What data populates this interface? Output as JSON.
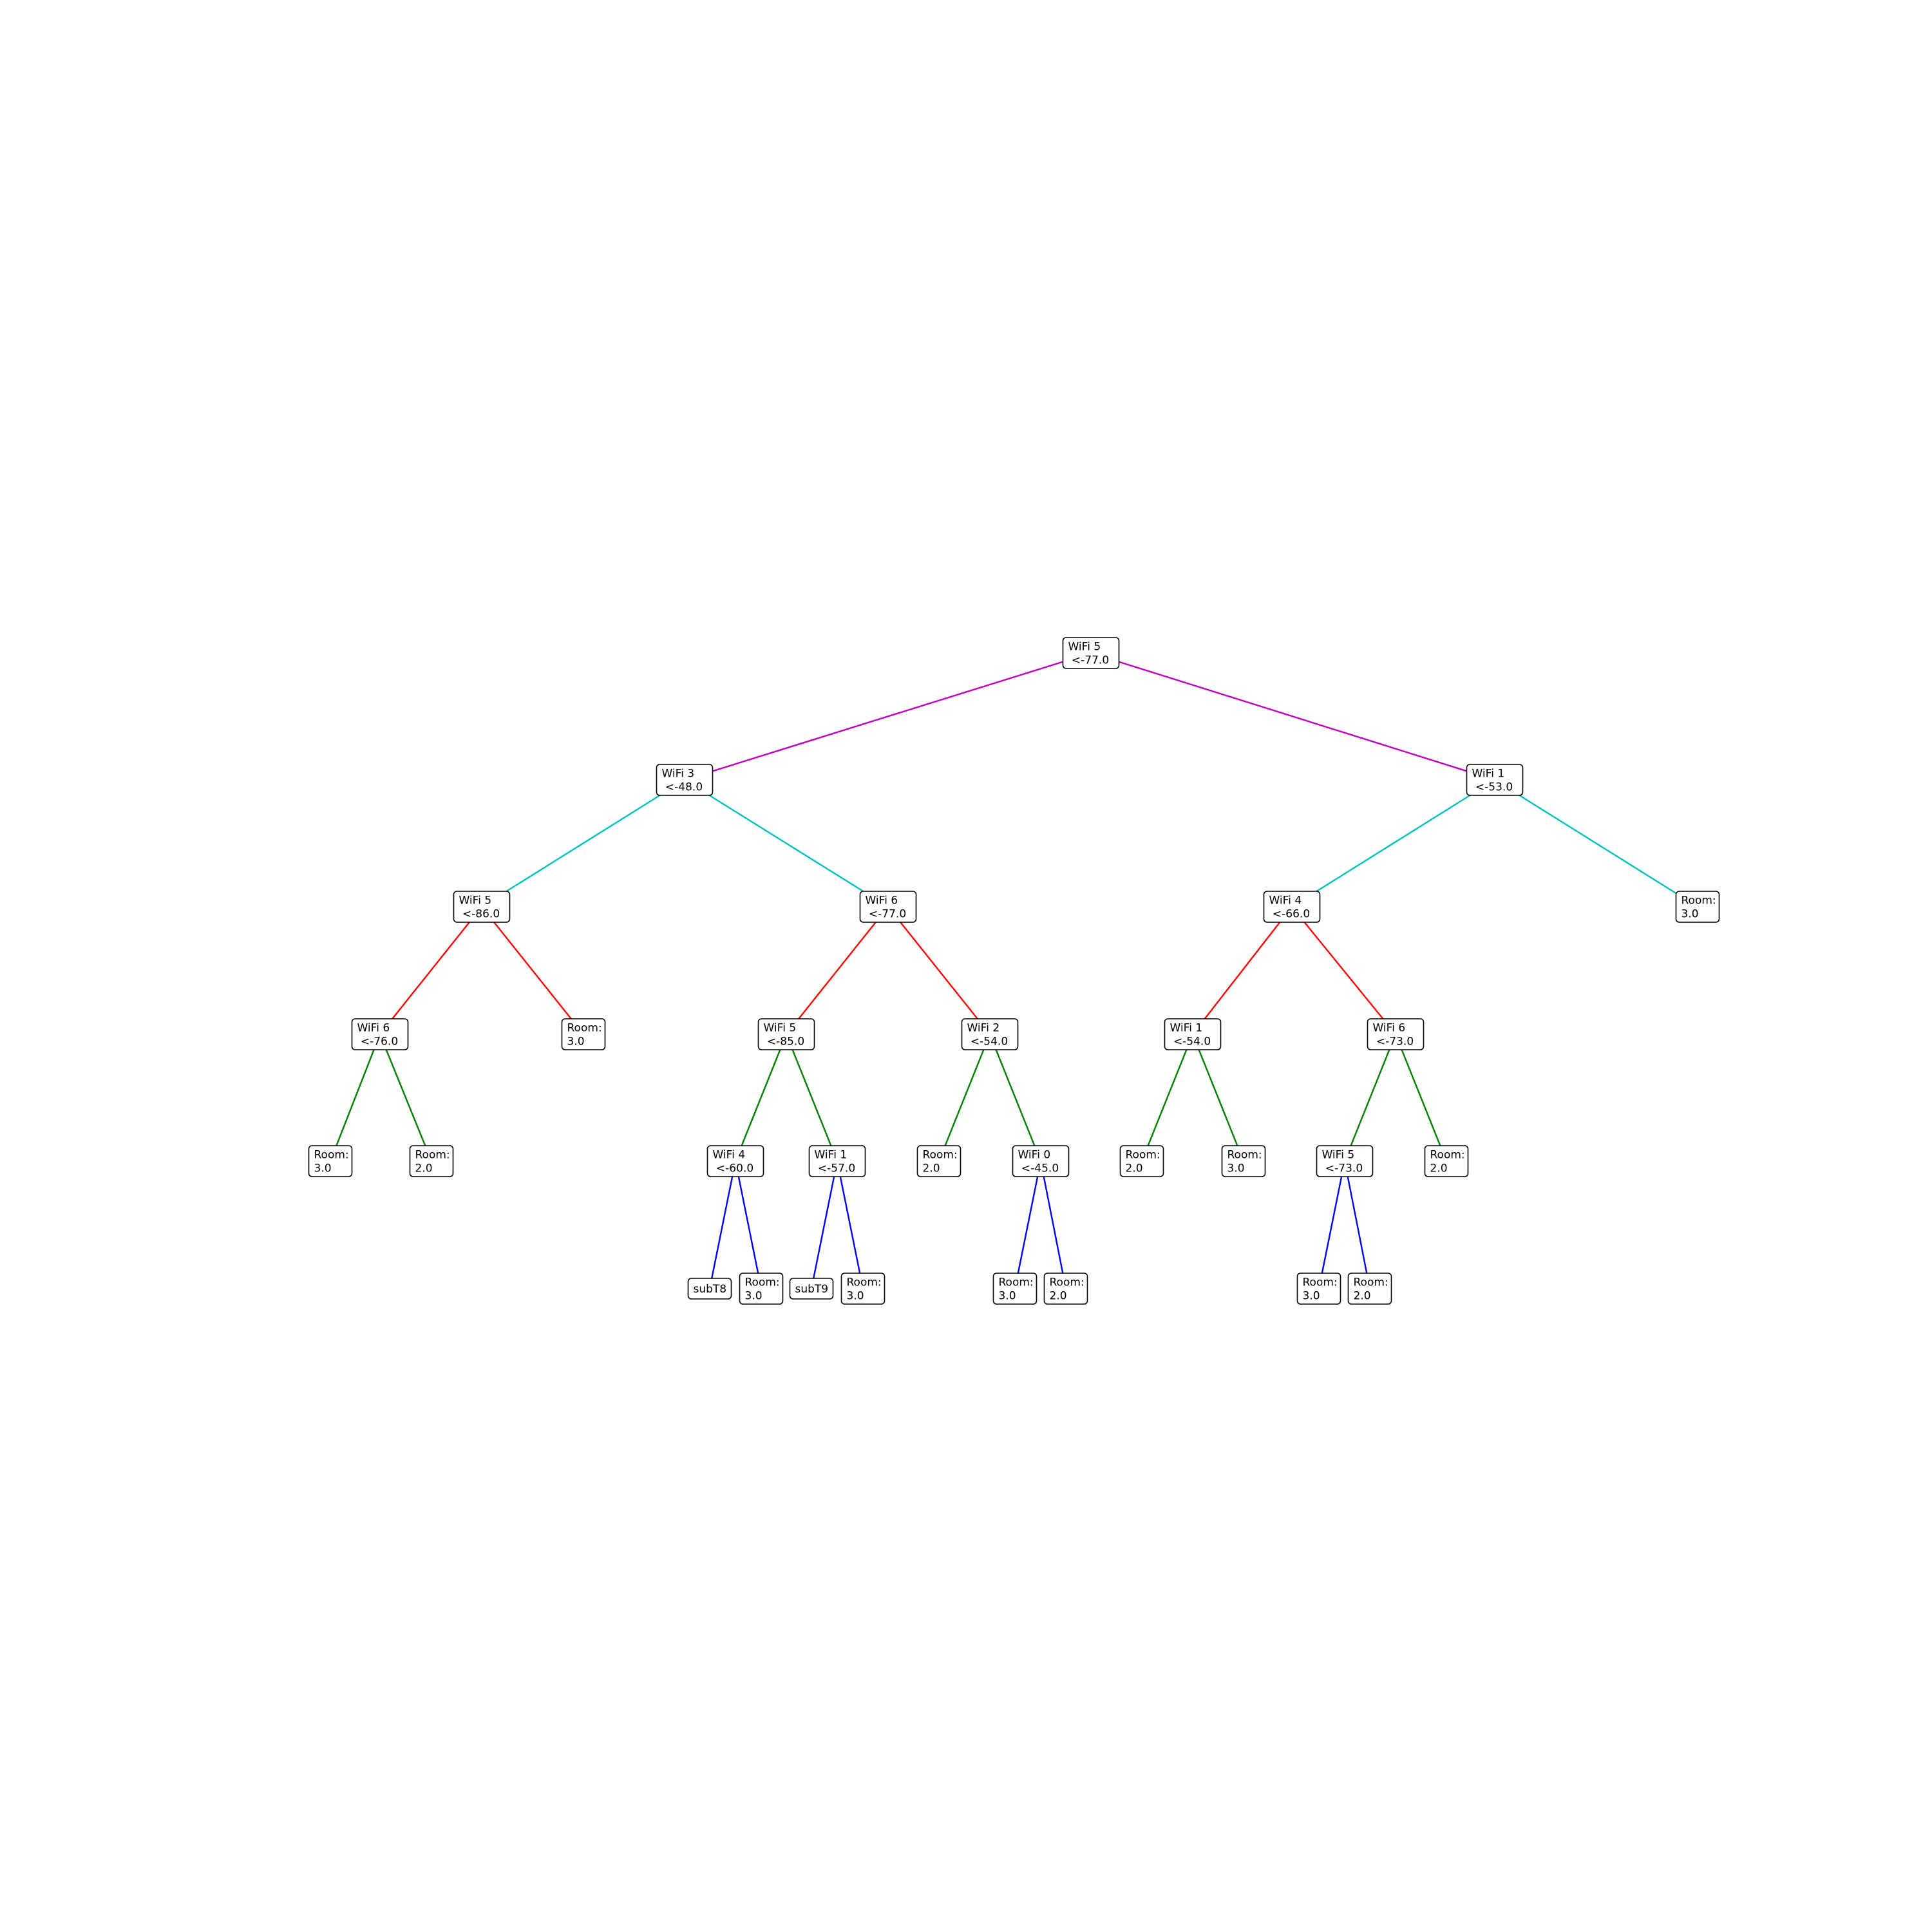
{
  "colors": {
    "level1": "#bf00bf",
    "level2": "#00bfbf",
    "level3": "#ff0000",
    "level4": "#008000",
    "level5": "#0000ff",
    "node_border": "#000000",
    "background": "#ffffff"
  },
  "nodes": [
    {
      "id": "n1",
      "lines": [
        "WiFi 5",
        " <-77.0"
      ]
    },
    {
      "id": "n2",
      "lines": [
        "WiFi 3",
        " <-48.0"
      ]
    },
    {
      "id": "n3",
      "lines": [
        "WiFi 1",
        " <-53.0"
      ]
    },
    {
      "id": "n4",
      "lines": [
        "WiFi 5",
        " <-86.0"
      ]
    },
    {
      "id": "n5",
      "lines": [
        "WiFi 6",
        " <-77.0"
      ]
    },
    {
      "id": "n6",
      "lines": [
        "WiFi 4",
        " <-66.0"
      ]
    },
    {
      "id": "n7",
      "lines": [
        "Room:",
        "3.0"
      ]
    },
    {
      "id": "n8",
      "lines": [
        "WiFi 6",
        " <-76.0"
      ]
    },
    {
      "id": "n9",
      "lines": [
        "Room:",
        "3.0"
      ]
    },
    {
      "id": "n10",
      "lines": [
        "WiFi 5",
        " <-85.0"
      ]
    },
    {
      "id": "n11",
      "lines": [
        "WiFi 2",
        " <-54.0"
      ]
    },
    {
      "id": "n12",
      "lines": [
        "WiFi 1",
        " <-54.0"
      ]
    },
    {
      "id": "n13",
      "lines": [
        "WiFi 6",
        " <-73.0"
      ]
    },
    {
      "id": "n14",
      "lines": [
        "Room:",
        "3.0"
      ]
    },
    {
      "id": "n15",
      "lines": [
        "Room:",
        "2.0"
      ]
    },
    {
      "id": "n16",
      "lines": [
        "WiFi 4",
        " <-60.0"
      ]
    },
    {
      "id": "n17",
      "lines": [
        "WiFi 1",
        " <-57.0"
      ]
    },
    {
      "id": "n18",
      "lines": [
        "Room:",
        "2.0"
      ]
    },
    {
      "id": "n19",
      "lines": [
        "WiFi 0",
        " <-45.0"
      ]
    },
    {
      "id": "n20",
      "lines": [
        "Room:",
        "2.0"
      ]
    },
    {
      "id": "n21",
      "lines": [
        "Room:",
        "3.0"
      ]
    },
    {
      "id": "n22",
      "lines": [
        "WiFi 5",
        " <-73.0"
      ]
    },
    {
      "id": "n23",
      "lines": [
        "Room:",
        "2.0"
      ]
    },
    {
      "id": "n24",
      "lines": [
        "subT8"
      ]
    },
    {
      "id": "n25",
      "lines": [
        "Room:",
        "3.0"
      ]
    },
    {
      "id": "n26",
      "lines": [
        "subT9"
      ]
    },
    {
      "id": "n27",
      "lines": [
        "Room:",
        "3.0"
      ]
    },
    {
      "id": "n28",
      "lines": [
        "Room:",
        "3.0"
      ]
    },
    {
      "id": "n29",
      "lines": [
        "Room:",
        "2.0"
      ]
    },
    {
      "id": "n30",
      "lines": [
        "Room:",
        "3.0"
      ]
    },
    {
      "id": "n31",
      "lines": [
        "Room:",
        "2.0"
      ]
    }
  ],
  "edges": [
    {
      "from": "n1",
      "to": "n2",
      "level": "level1"
    },
    {
      "from": "n1",
      "to": "n3",
      "level": "level1"
    },
    {
      "from": "n2",
      "to": "n4",
      "level": "level2"
    },
    {
      "from": "n2",
      "to": "n5",
      "level": "level2"
    },
    {
      "from": "n3",
      "to": "n6",
      "level": "level2"
    },
    {
      "from": "n3",
      "to": "n7",
      "level": "level2"
    },
    {
      "from": "n4",
      "to": "n8",
      "level": "level3"
    },
    {
      "from": "n4",
      "to": "n9",
      "level": "level3"
    },
    {
      "from": "n5",
      "to": "n10",
      "level": "level3"
    },
    {
      "from": "n5",
      "to": "n11",
      "level": "level3"
    },
    {
      "from": "n6",
      "to": "n12",
      "level": "level3"
    },
    {
      "from": "n6",
      "to": "n13",
      "level": "level3"
    },
    {
      "from": "n8",
      "to": "n14",
      "level": "level4"
    },
    {
      "from": "n8",
      "to": "n15",
      "level": "level4"
    },
    {
      "from": "n10",
      "to": "n16",
      "level": "level4"
    },
    {
      "from": "n10",
      "to": "n17",
      "level": "level4"
    },
    {
      "from": "n11",
      "to": "n18",
      "level": "level4"
    },
    {
      "from": "n11",
      "to": "n19",
      "level": "level4"
    },
    {
      "from": "n12",
      "to": "n20",
      "level": "level4"
    },
    {
      "from": "n12",
      "to": "n21",
      "level": "level4"
    },
    {
      "from": "n13",
      "to": "n22",
      "level": "level4"
    },
    {
      "from": "n13",
      "to": "n23",
      "level": "level4"
    },
    {
      "from": "n16",
      "to": "n24",
      "level": "level5"
    },
    {
      "from": "n16",
      "to": "n25",
      "level": "level5"
    },
    {
      "from": "n17",
      "to": "n26",
      "level": "level5"
    },
    {
      "from": "n17",
      "to": "n27",
      "level": "level5"
    },
    {
      "from": "n19",
      "to": "n28",
      "level": "level5"
    },
    {
      "from": "n19",
      "to": "n29",
      "level": "level5"
    },
    {
      "from": "n22",
      "to": "n30",
      "level": "level5"
    },
    {
      "from": "n22",
      "to": "n31",
      "level": "level5"
    }
  ]
}
